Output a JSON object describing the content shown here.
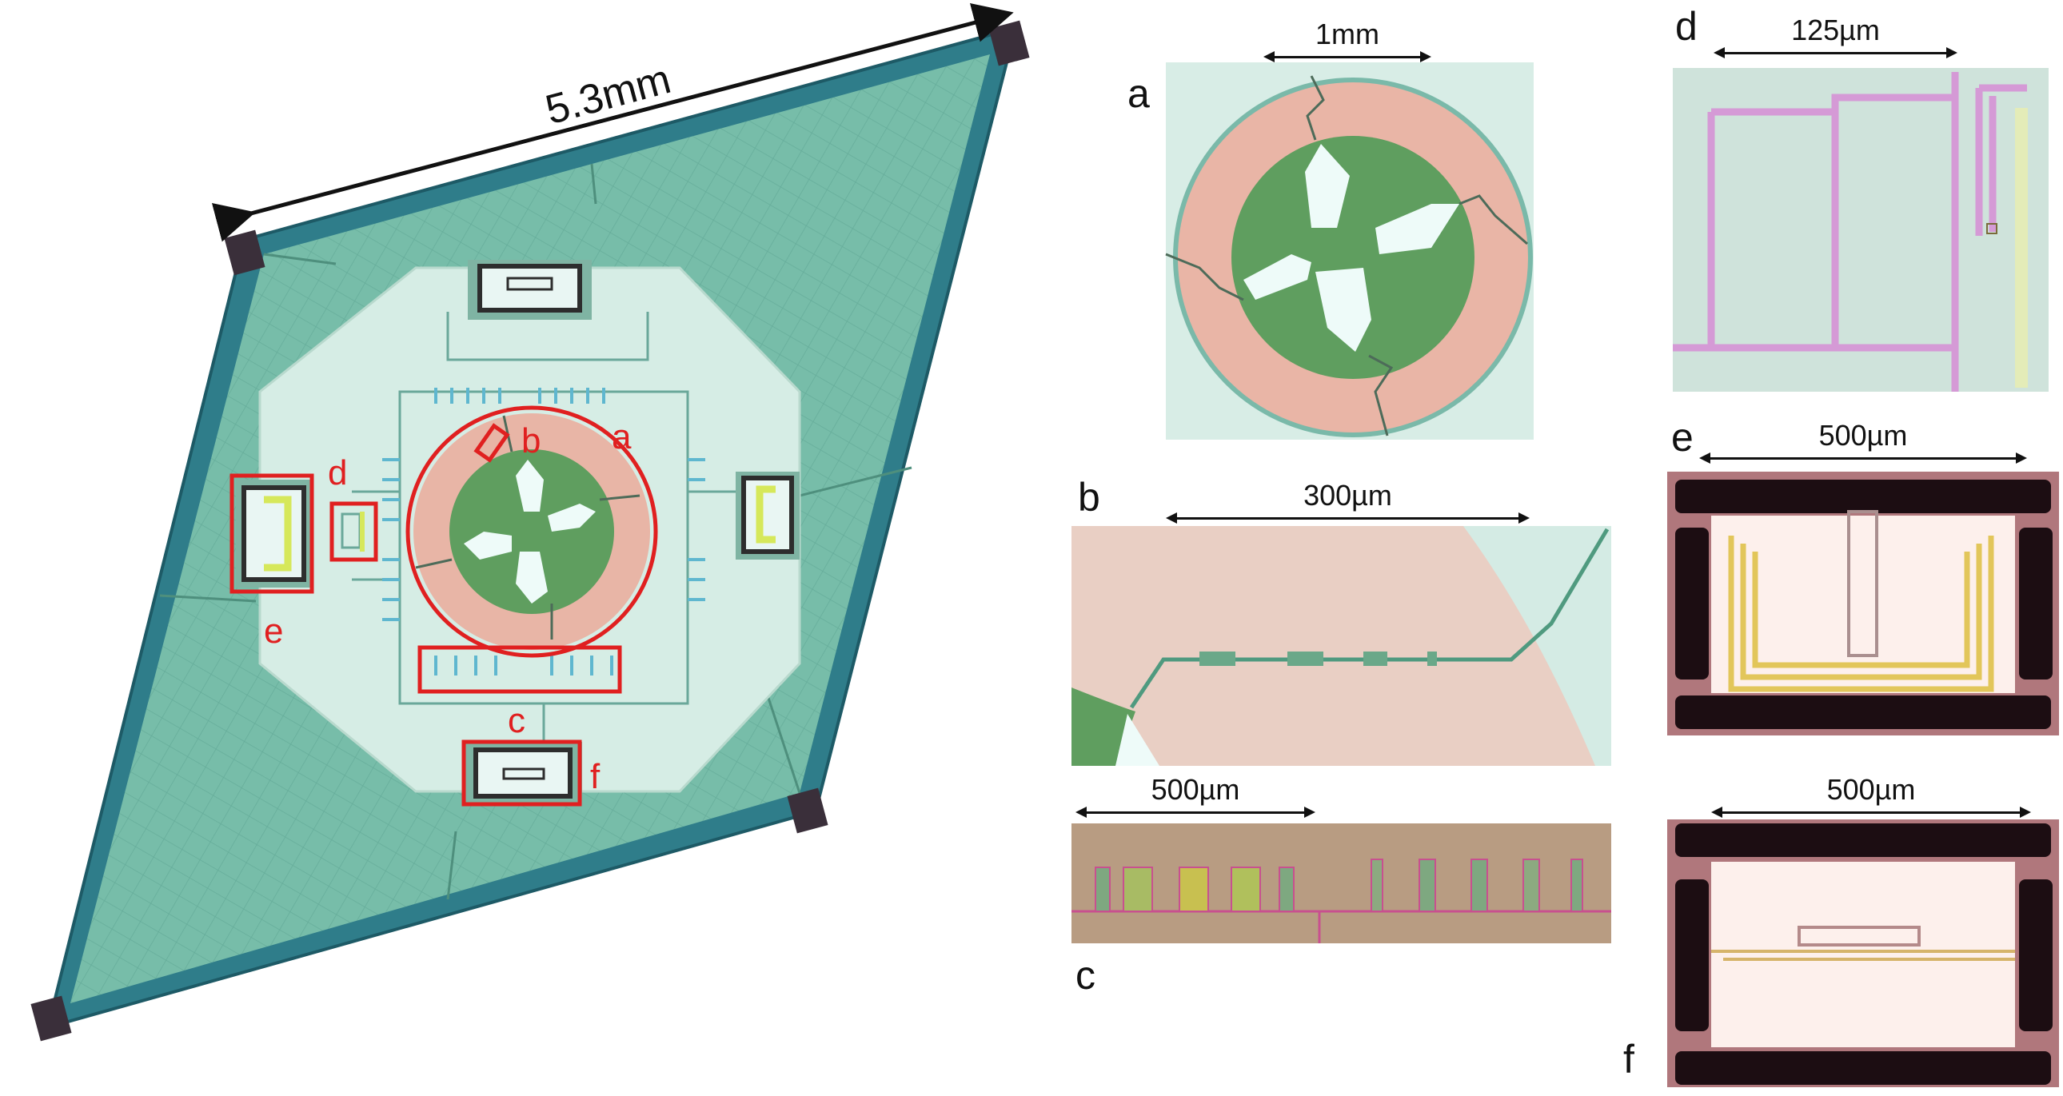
{
  "die": {
    "dimension_label": "5.3mm",
    "region_labels": {
      "a": "a",
      "b": "b",
      "c": "c",
      "d": "d",
      "e": "e",
      "f": "f"
    }
  },
  "panels": {
    "a": {
      "label": "a",
      "scale": "1mm"
    },
    "b": {
      "label": "b",
      "scale": "300µm"
    },
    "c": {
      "label": "c",
      "scale": "500µm"
    },
    "d": {
      "label": "d",
      "scale": "125µm"
    },
    "e": {
      "label": "e",
      "scale": "500µm"
    },
    "f": {
      "label": "f",
      "scale": "500µm"
    }
  },
  "colors": {
    "frame": "#2f7d8a",
    "membrane": "#6fb8a3",
    "inner_plate": "#d6ede5",
    "ring": "#e8b5a6",
    "center_disk": "#5f9e5f",
    "cross": "#eefbf9",
    "annotation_red": "#e02020",
    "gold": "#d8c848"
  }
}
